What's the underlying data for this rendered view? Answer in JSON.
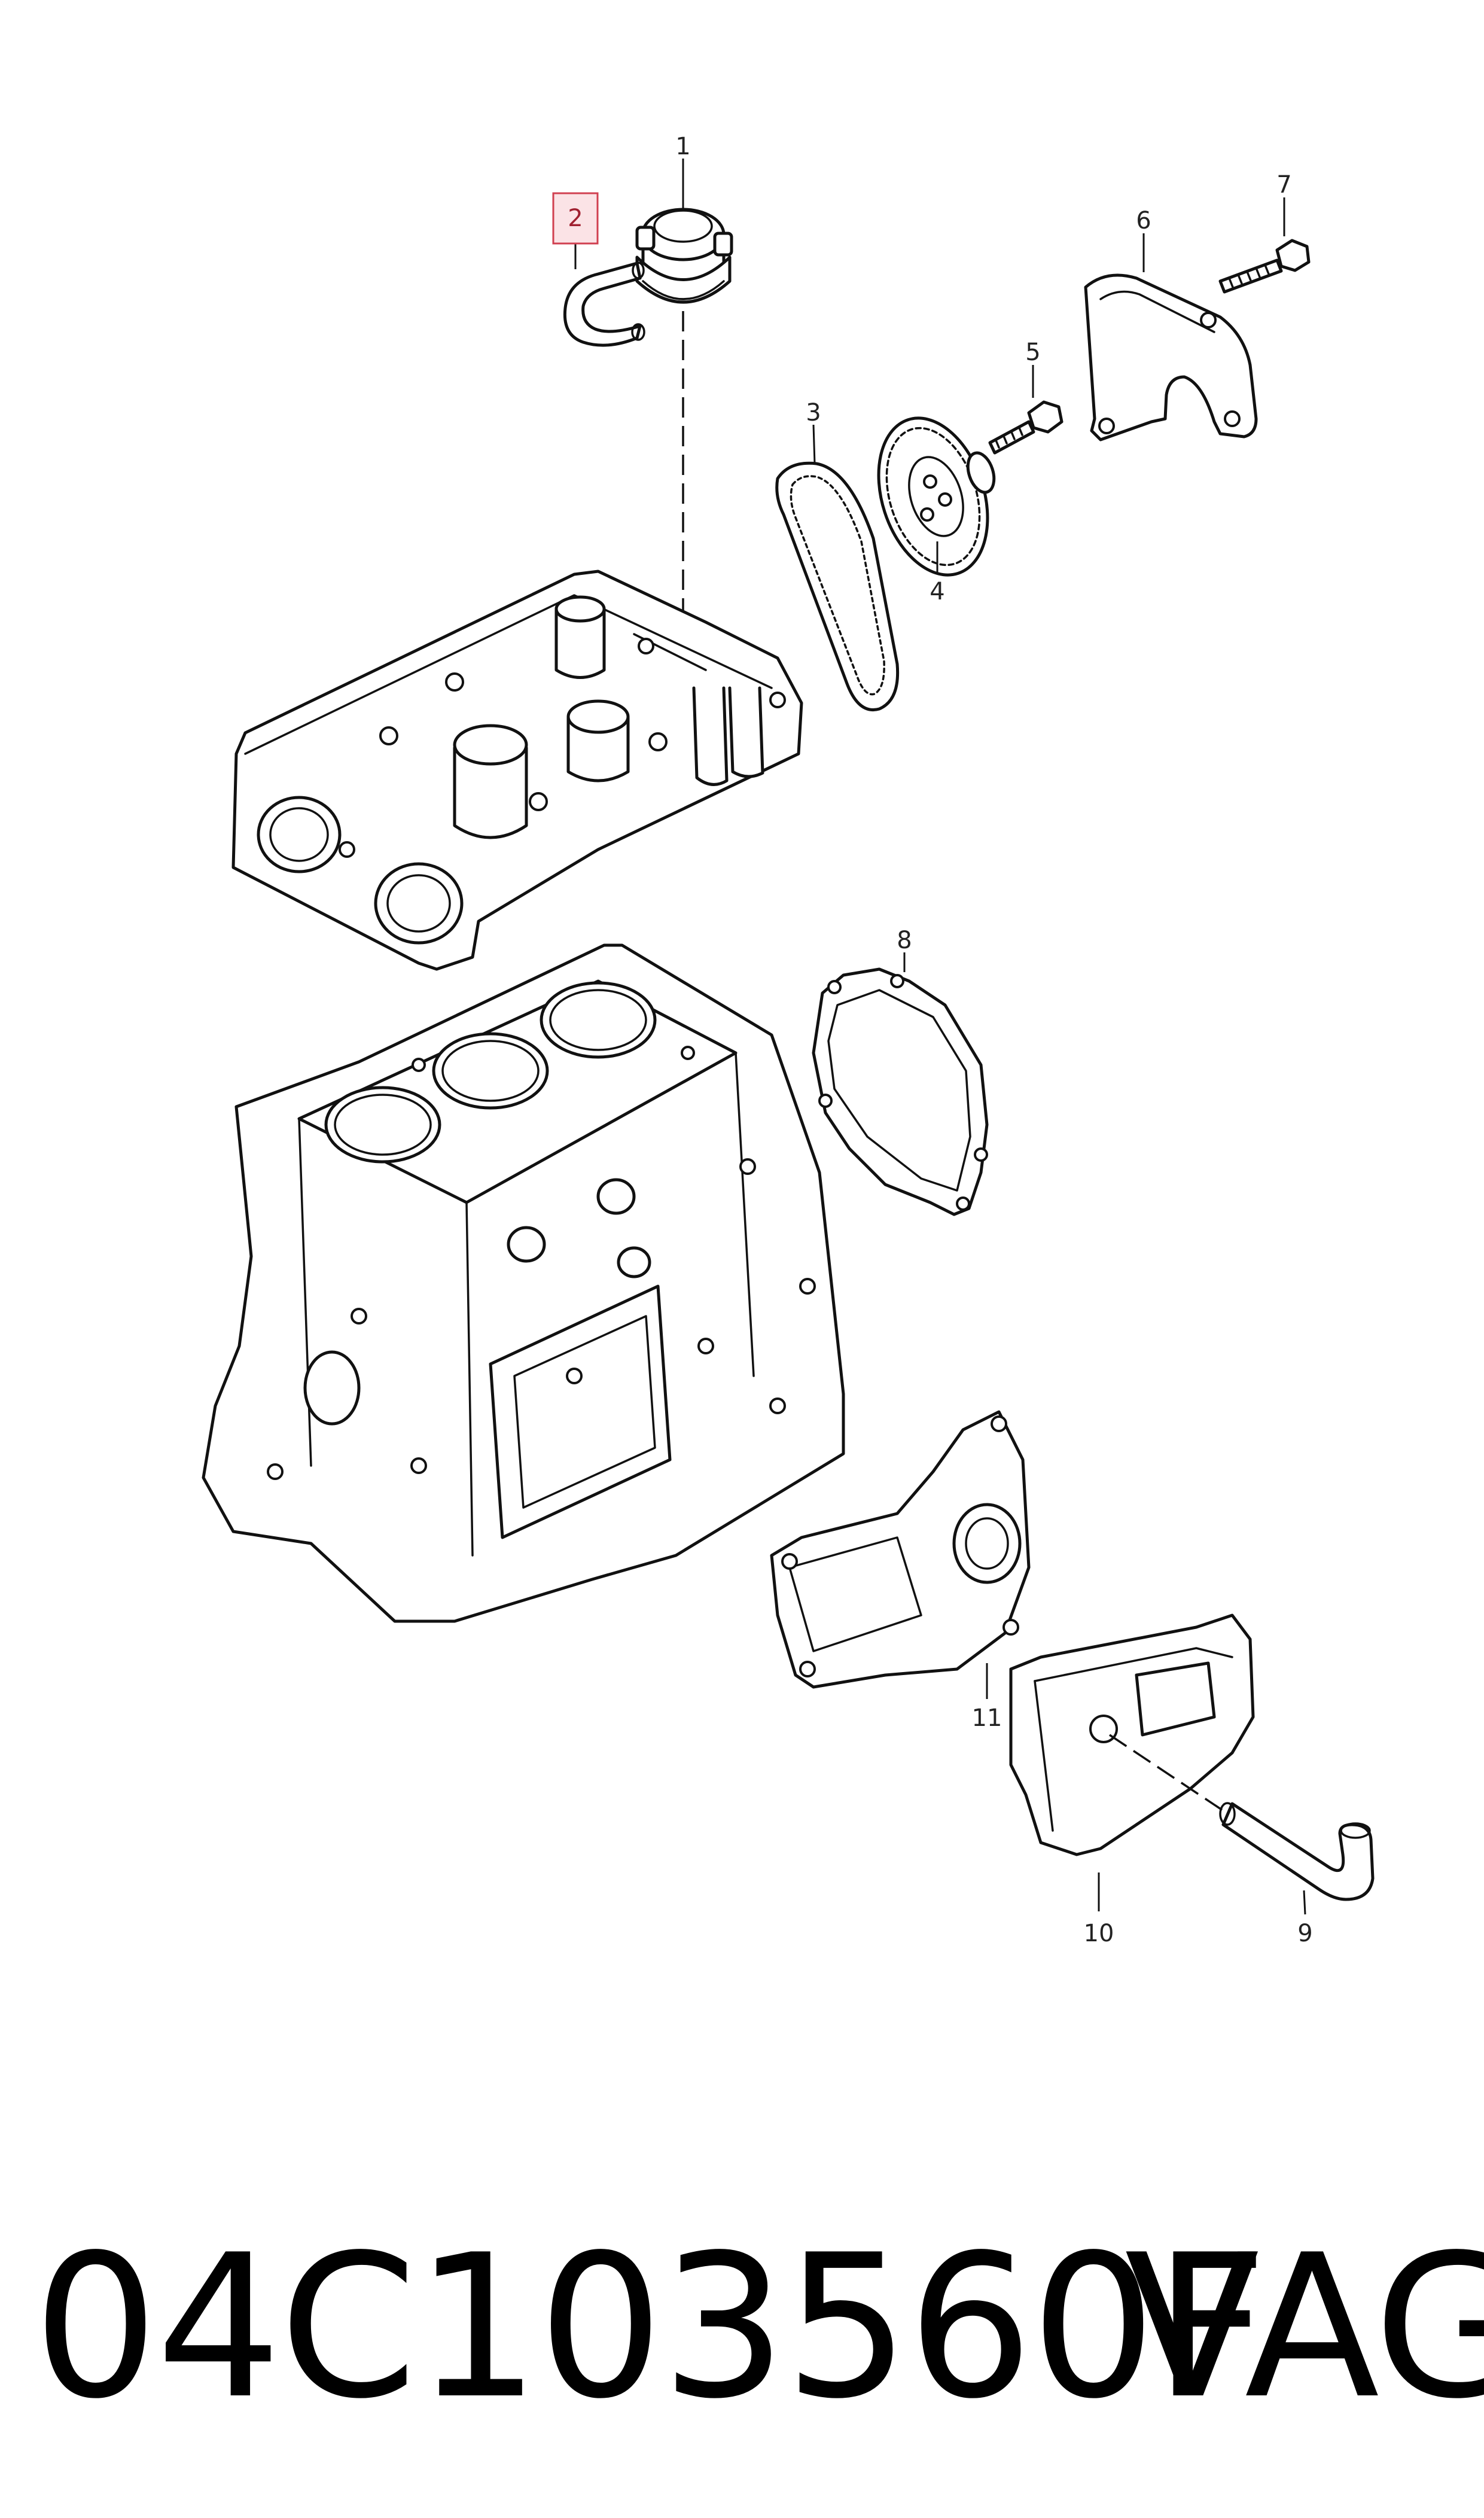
{
  "callouts": [
    {
      "id": "1",
      "text": "1"
    },
    {
      "id": "2",
      "text": "2",
      "highlighted": true
    },
    {
      "id": "3",
      "text": "3"
    },
    {
      "id": "4",
      "text": "4"
    },
    {
      "id": "5",
      "text": "5"
    },
    {
      "id": "6",
      "text": "6"
    },
    {
      "id": "7",
      "text": "7"
    },
    {
      "id": "8",
      "text": "8"
    },
    {
      "id": "9",
      "text": "9"
    },
    {
      "id": "10",
      "text": "10"
    },
    {
      "id": "11",
      "text": "11"
    }
  ],
  "footer": {
    "part_number": "04C103560F",
    "brand": "VAG"
  },
  "colors": {
    "highlight_border": "#d04050",
    "highlight_fill": "#fbe3e6",
    "line": "#111111",
    "background": "#ffffff"
  }
}
